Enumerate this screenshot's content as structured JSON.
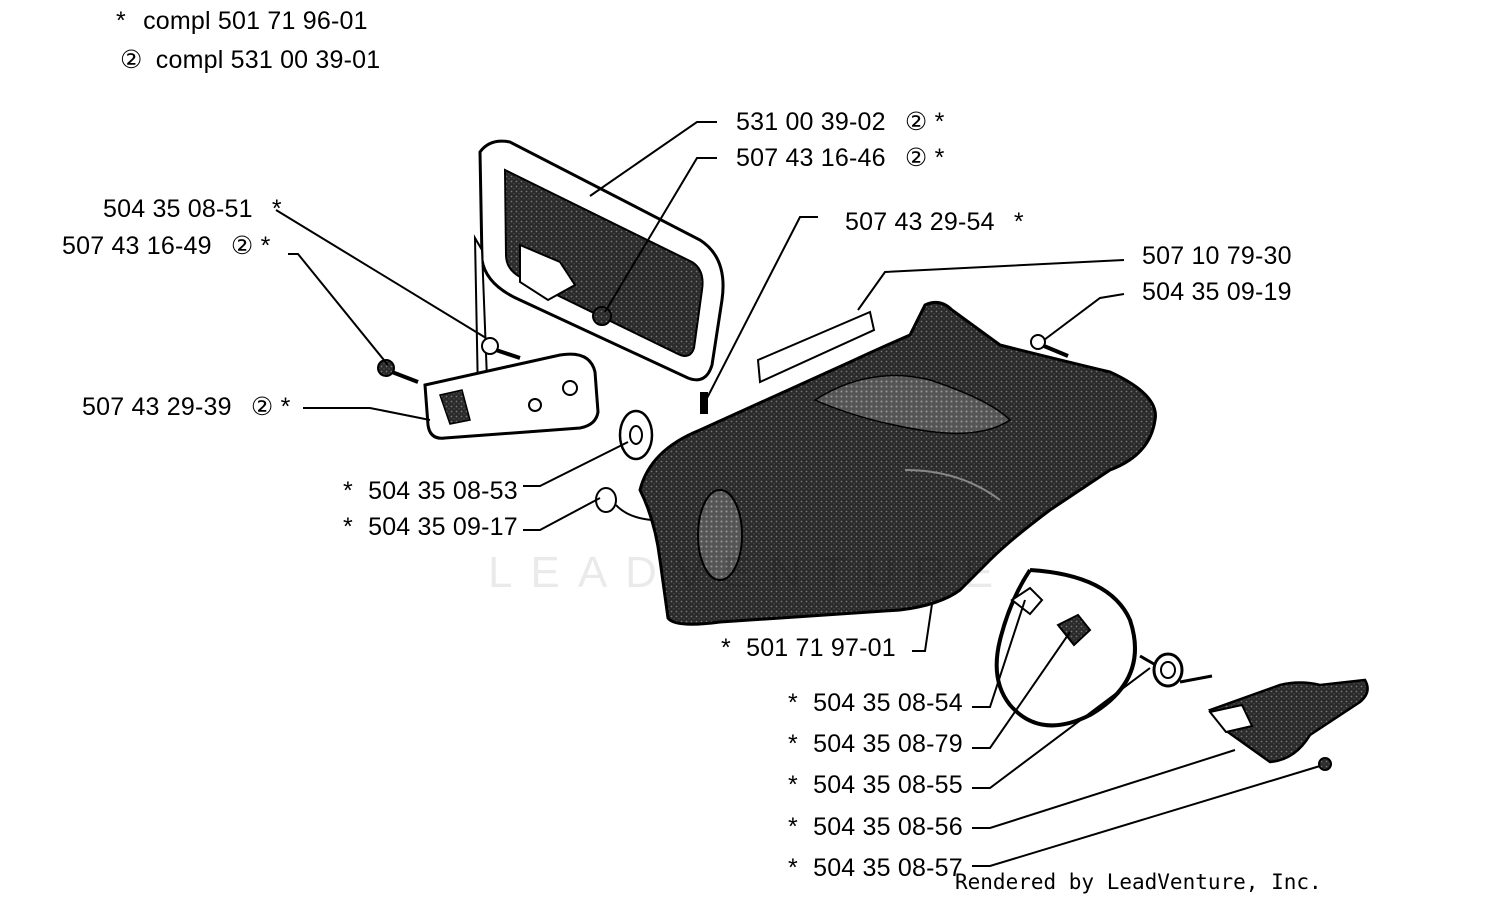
{
  "legend": {
    "star_symbol": "*",
    "circle_symbol": "②",
    "star_text": "compl 501 71 96-01",
    "circle_text": "compl 531 00 39-01"
  },
  "parts": [
    {
      "id": "531 00 39-02",
      "suffix": "② *"
    },
    {
      "id": "507 43 16-46",
      "suffix": "② *"
    },
    {
      "id": "504 35 08-51",
      "suffix": "*"
    },
    {
      "id": "507 43 16-49",
      "suffix": "② *"
    },
    {
      "id": "507 43 29-54",
      "suffix": "*"
    },
    {
      "id": "507 10 79-30",
      "suffix": ""
    },
    {
      "id": "504 35 09-19",
      "suffix": ""
    },
    {
      "id": "507 43 29-39",
      "suffix": "② *"
    },
    {
      "id": "504 35 08-53",
      "prefix": "*"
    },
    {
      "id": "504 35 09-17",
      "prefix": "*"
    },
    {
      "id": "501 71 97-01",
      "prefix": "*"
    },
    {
      "id": "504 35 08-54",
      "prefix": "*"
    },
    {
      "id": "504 35 08-79",
      "prefix": "*"
    },
    {
      "id": "504 35 08-55",
      "prefix": "*"
    },
    {
      "id": "504 35 08-56",
      "prefix": "*"
    },
    {
      "id": "504 35 08-57",
      "prefix": "*"
    }
  ],
  "watermark": "LEADVENTURE",
  "credit": "Rendered by LeadVenture, Inc.",
  "colors": {
    "ink": "#000000",
    "paper": "#ffffff",
    "shade": "#3a3a3a"
  }
}
